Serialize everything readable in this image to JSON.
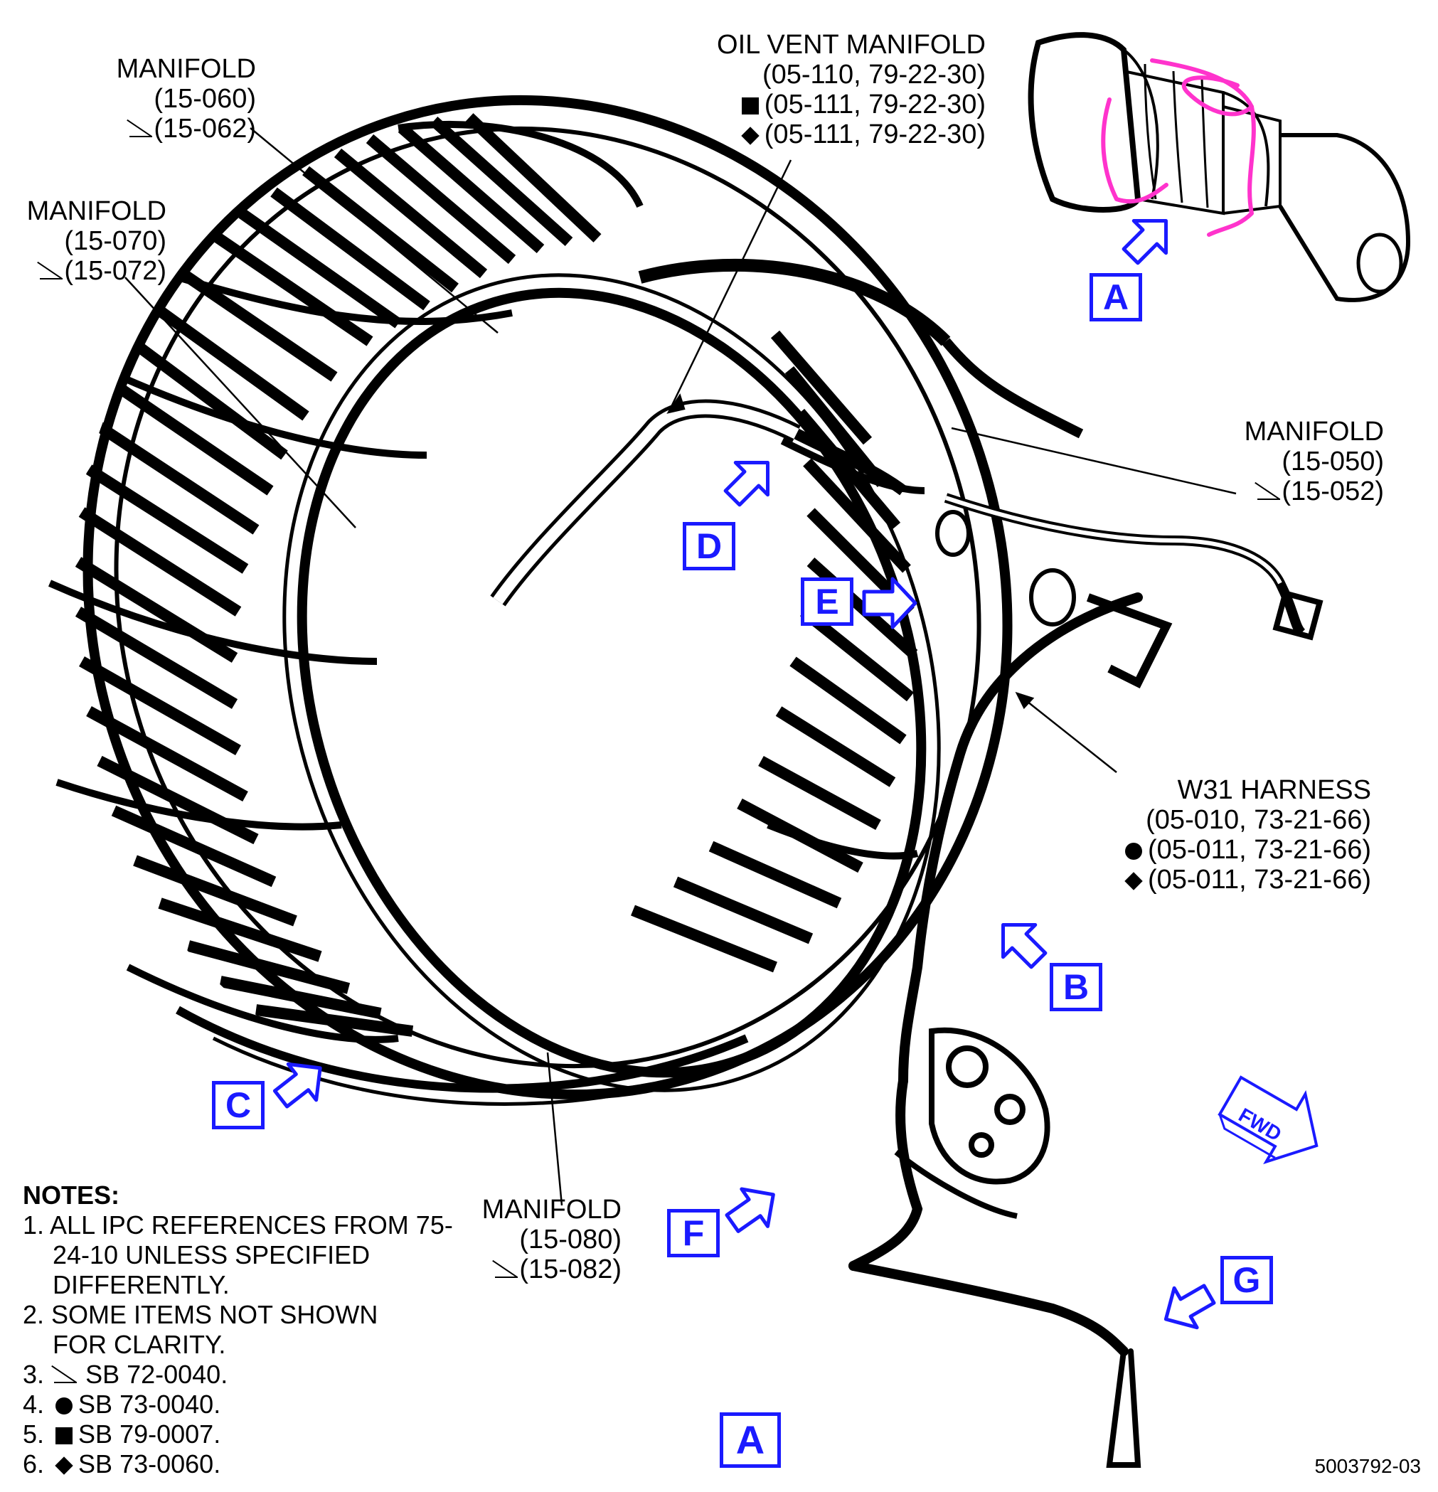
{
  "labels": {
    "oil_vent_manifold": {
      "title": "OIL VENT MANIFOLD",
      "ref1": "(05-110, 79-22-30)",
      "ref2": "(05-111, 79-22-30)",
      "ref3": "(05-111, 79-22-30)"
    },
    "manifold_15_060": {
      "title": "MANIFOLD",
      "ref1": "(15-060)",
      "ref2": "(15-062)"
    },
    "manifold_15_070": {
      "title": "MANIFOLD",
      "ref1": "(15-070)",
      "ref2": "(15-072)"
    },
    "manifold_15_050": {
      "title": "MANIFOLD",
      "ref1": "(15-050)",
      "ref2": "(15-052)"
    },
    "manifold_15_080": {
      "title": "MANIFOLD",
      "ref1": "(15-080)",
      "ref2": "(15-082)"
    },
    "w31_harness": {
      "title": "W31 HARNESS",
      "ref1": "(05-010, 73-21-66)",
      "ref2": "(05-011, 73-21-66)",
      "ref3": "(05-011, 73-21-66)"
    }
  },
  "view_markers": {
    "a_inset": "A",
    "b": "B",
    "c": "C",
    "d": "D",
    "e": "E",
    "f": "F",
    "g": "G",
    "a_main": "A"
  },
  "fwd_label": "FWD",
  "notes": {
    "title": "NOTES:",
    "items": [
      "1. ALL IPC REFERENCES FROM 75-24-10 UNLESS SPECIFIED DIFFERENTLY.",
      "2. SOME ITEMS NOT SHOWN FOR CLARITY.",
      "3.",
      "SB 72-0040.",
      "4.",
      "SB 73-0040.",
      "5.",
      "SB 79-0007.",
      "6.",
      "SB 73-0060."
    ]
  },
  "document_number": "5003792-03",
  "colors": {
    "callout_blue": "#1a1aff",
    "highlight_magenta": "#ff33cc",
    "line": "#000000"
  }
}
